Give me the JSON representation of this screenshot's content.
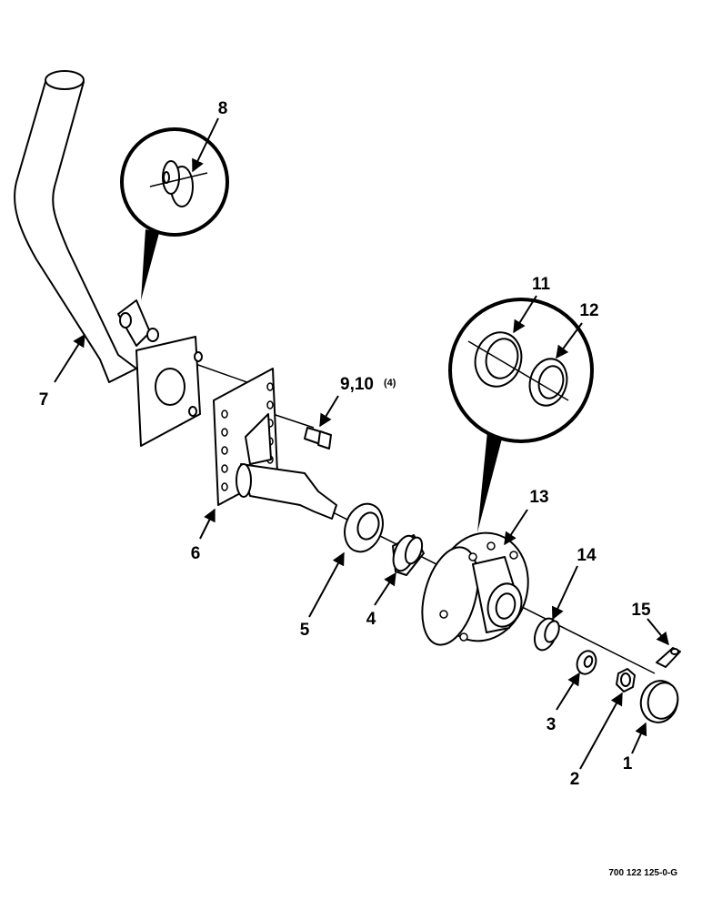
{
  "callouts": {
    "c1": "1",
    "c2": "2",
    "c3": "3",
    "c4": "4",
    "c5": "5",
    "c6": "6",
    "c7": "7",
    "c8": "8",
    "c9_10": "9,10",
    "c9_10_qty": "(4)",
    "c11": "11",
    "c12": "12",
    "c13": "13",
    "c14": "14",
    "c15": "15"
  },
  "document_number": "700 122 125-0-G"
}
